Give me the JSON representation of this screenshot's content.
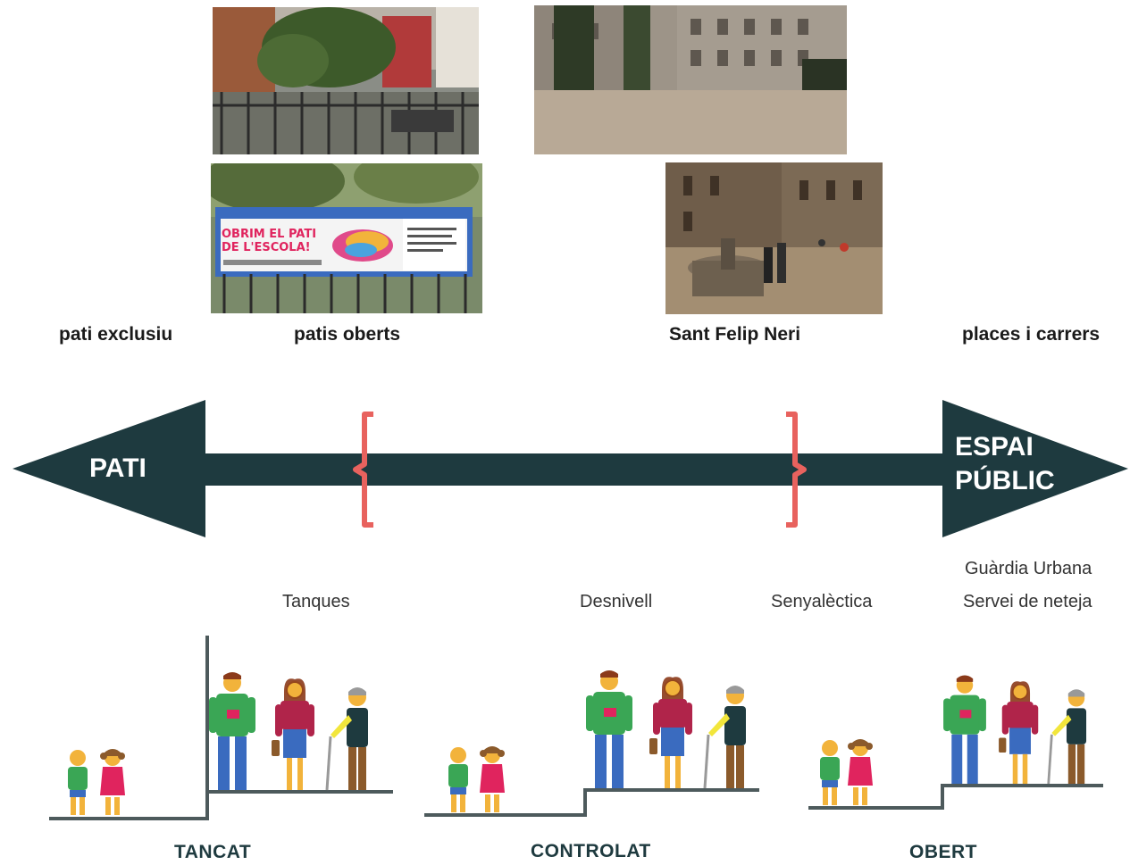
{
  "photos": {
    "banner_line1": "OBRIM EL PATI",
    "banner_line2": "DE L'ESCOLA!"
  },
  "captions": {
    "pati_exclusiu": "pati exclusiu",
    "patis_oberts": "patis oberts",
    "sant_felip_neri": "Sant Felip Neri",
    "places_carrers": "places i carrers"
  },
  "arrow": {
    "left_label": "PATI",
    "right_label_line1": "ESPAI",
    "right_label_line2": "PÚBLIC",
    "color": "#1e3a3f",
    "bracket_color": "#e8625e"
  },
  "labels": {
    "tanques": "Tanques",
    "desnivell": "Desnivell",
    "senyalectica": "Senyalèctica",
    "guardia": "Guàrdia Urbana",
    "neteja": "Servei de neteja"
  },
  "levels": {
    "tancat": "TANCAT",
    "controlat": "CONTROLAT",
    "obert": "OBERT"
  }
}
